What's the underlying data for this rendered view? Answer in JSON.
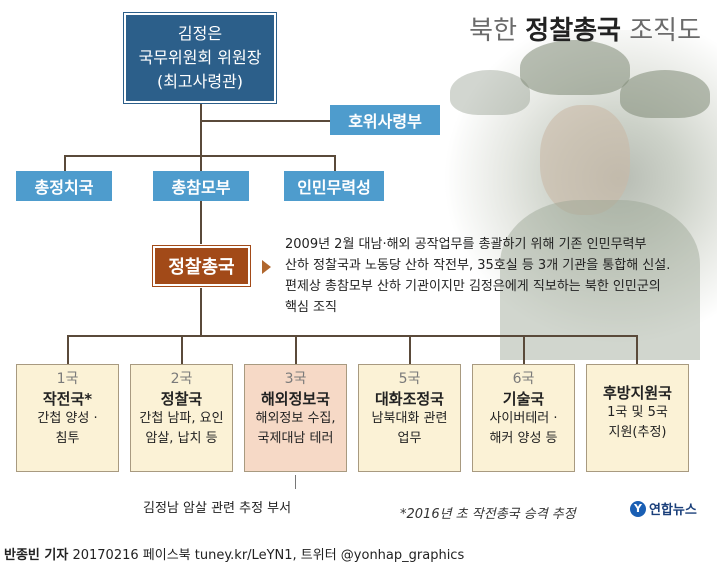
{
  "title": {
    "prefix": "북한 ",
    "main": "정찰총국",
    "suffix": " 조직도"
  },
  "leader": {
    "name": "김정은",
    "position": "국무위원회 위원장",
    "role": "(최고사령관)"
  },
  "guard_command": "호위사령부",
  "orgs": {
    "political": "총정치국",
    "general_staff": "총참모부",
    "armed_forces": "인민무력성"
  },
  "rgb": "정찰총국",
  "description": [
    "2009년 2월 대남·해외 공작업무를 총괄하기 위해 기존 인민무력부",
    "산하 정찰국과 노동당 산하 작전부, 35호실 등 3개 기관을 통합해 신설.",
    "편제상 총참모부 산하 기관이지만 김정은에게 직보하는 북한 인민군의",
    "핵심 조직"
  ],
  "bureaus": [
    {
      "num": "1국",
      "name": "작전국*",
      "lines": [
        "간첩 양성 ·",
        "침투"
      ],
      "highlight": false
    },
    {
      "num": "2국",
      "name": "정찰국",
      "lines": [
        "간첩 남파, 요인",
        "암살, 납치 등"
      ],
      "highlight": false
    },
    {
      "num": "3국",
      "name": "해외정보국",
      "lines": [
        "해외정보 수집,",
        "국제대남 테러"
      ],
      "highlight": true
    },
    {
      "num": "5국",
      "name": "대화조정국",
      "lines": [
        "남북대화 관련",
        "업무"
      ],
      "highlight": false
    },
    {
      "num": "6국",
      "name": "기술국",
      "lines": [
        "사이버테러 ·",
        "해커 양성 등"
      ],
      "highlight": false
    },
    {
      "num": "",
      "name": "후방지원국",
      "lines": [
        "1국 및 5국",
        "지원(추정)"
      ],
      "highlight": false
    }
  ],
  "bureau3_note": "김정남 암살 관련 추정 부서",
  "footnote": "*2016년 초 작전총국 승격 추정",
  "logo": {
    "mark": "Y",
    "text": "연합뉴스"
  },
  "credit": {
    "reporter": "반종빈 기자",
    "date": "20170216",
    "facebook": "페이스북 tuney.kr/LeYN1",
    "twitter": "트위터 @yonhap_graphics"
  },
  "colors": {
    "leader_bg": "#2c5f8a",
    "org_bg": "#4e9ccd",
    "rgb_bg": "#a24a18",
    "bureau_bg": "#fbf2d6",
    "bureau_highlight_bg": "#f6d9c6",
    "line": "#5a4a3a"
  }
}
